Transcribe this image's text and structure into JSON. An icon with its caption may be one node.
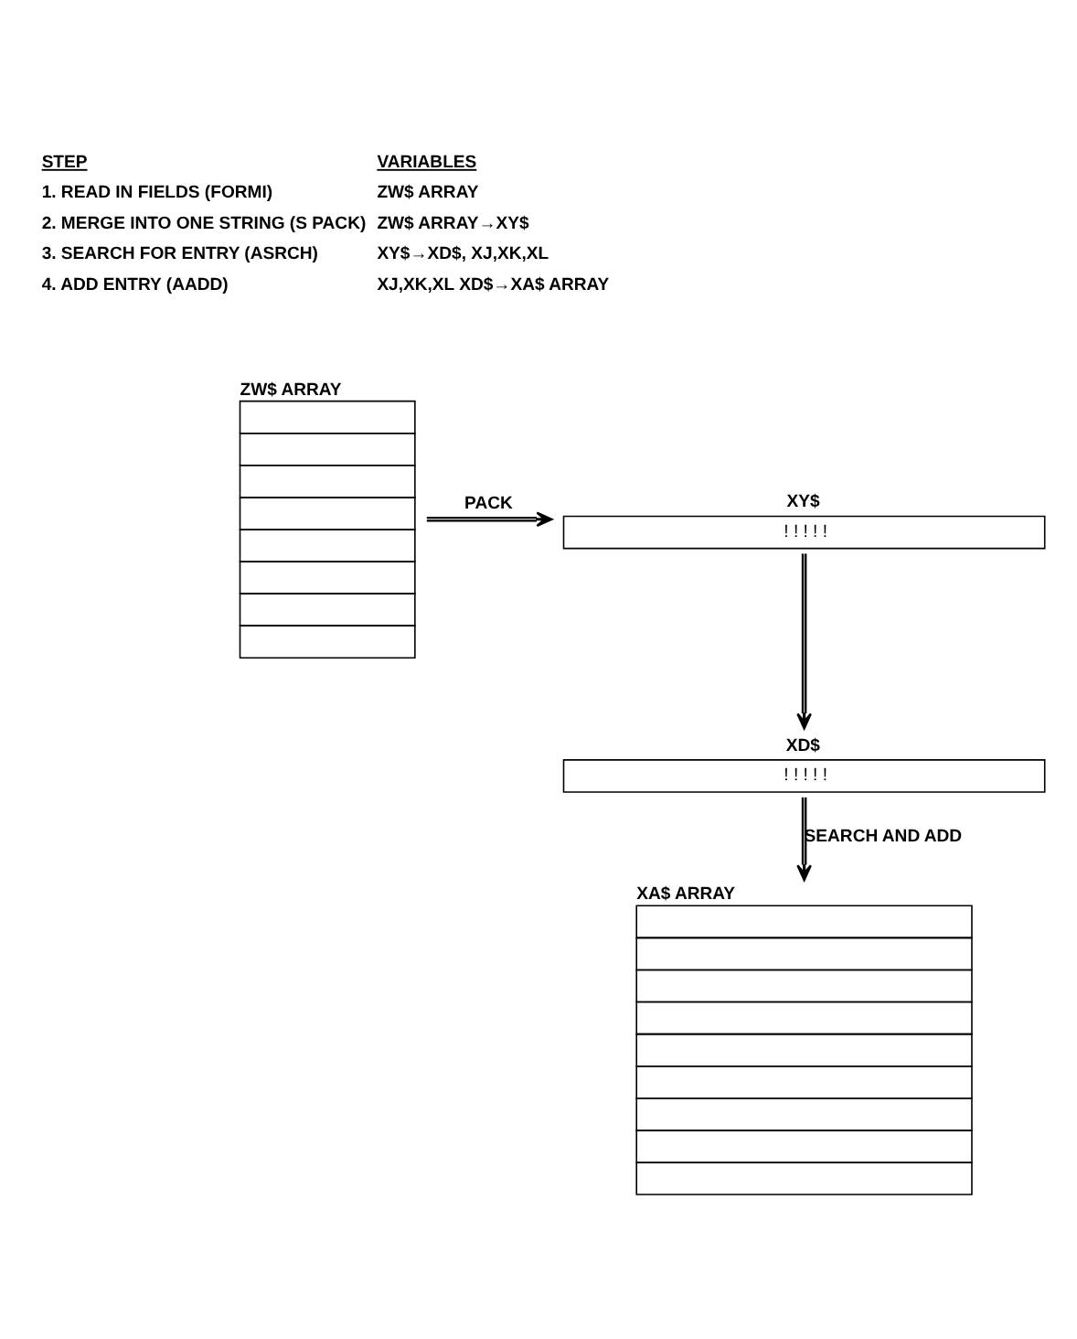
{
  "diagram": {
    "nodes": [
      {
        "text": [
          "ZW$ ARRAY"
        ]
      },
      {
        "text": [
          "XY$",
          "! ! ! ! !"
        ]
      },
      {
        "text": [
          "XD$",
          "! ! ! ! !"
        ]
      },
      {
        "text": [
          "XA$ ARRAY"
        ]
      }
    ],
    "edges": [
      {
        "from": 0,
        "to": 1,
        "arrow": "to",
        "label": "PACK"
      },
      {
        "from": 1,
        "to": 2,
        "arrow": "to"
      },
      {
        "from": 2,
        "to": 3,
        "arrow": "to",
        "label": "SEARCH AND ADD"
      }
    ],
    "labels": [
      "STEP",
      "VARIABLES",
      "1. READ IN FIELDS (FORMI)",
      "ZW$ ARRAY",
      "2. MERGE INTO ONE STRING (S PACK)",
      "ZW$ ARRAY→XY$",
      "3. SEARCH FOR ENTRY (ASRCH)",
      "XY$→XD$, XJ,XK,XL",
      "4. ADD ENTRY (AADD)",
      "XJ,XK,XL XD$→XA$ ARRAY"
    ]
  }
}
